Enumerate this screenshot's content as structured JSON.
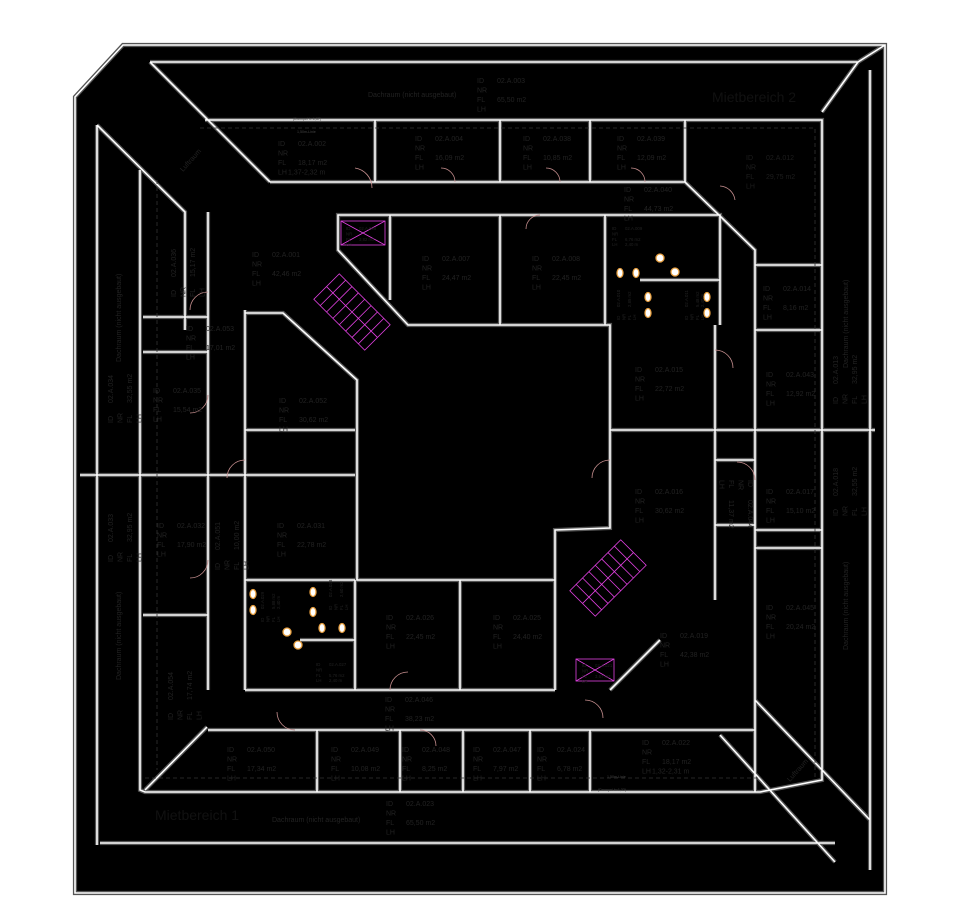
{
  "plan": {
    "field_labels": {
      "id": "ID",
      "nr": "NR",
      "fl": "FL",
      "lh": "LH"
    },
    "zones": [
      {
        "name": "Mietbereich 1"
      },
      {
        "name": "Mietbereich 2"
      }
    ],
    "highlight_color": "#f5a070",
    "roof_label": "Dachraum  (nicht ausgebaut)",
    "airspace_label": "Luftraum",
    "annotations": {
      "drempel_top": "(Drempel h=1,37)",
      "line_top": "1,50m-Linie",
      "drempel_bottom": "(Drempel h=1,32)",
      "line_bottom": "1,50m-Linie"
    },
    "rooms": [
      {
        "id": "02.A.003",
        "fl": "65,50 m2"
      },
      {
        "id": "02.A.002",
        "fl": "18,17 m2",
        "lh": "1,37-2,32 m"
      },
      {
        "id": "02.A.004",
        "fl": "16,09 m2"
      },
      {
        "id": "02.A.038",
        "fl": "10,85 m2"
      },
      {
        "id": "02.A.039",
        "fl": "12,09 m2"
      },
      {
        "id": "02.A.012",
        "fl": "29,75 m2",
        "highlighted": true
      },
      {
        "id": "02.A.040",
        "fl": "44,73 m2"
      },
      {
        "id": "02.A.001",
        "fl": "42,46 m2"
      },
      {
        "id": "02.A.005",
        "fl": "3,82 m2"
      },
      {
        "id": "02.A.007",
        "fl": "24,47 m2"
      },
      {
        "id": "02.A.008",
        "fl": "22,45 m2"
      },
      {
        "id": "02.A.009",
        "fl": "6,76 m2",
        "lh": "2,40 m"
      },
      {
        "id": "02.A.010",
        "fl": "2,85 m2"
      },
      {
        "id": "02.A.011",
        "fl": "5,48 m2",
        "lh": "2,40 m"
      },
      {
        "id": "02.A.014",
        "fl": "8,16 m2"
      },
      {
        "id": "02.A.036",
        "fl": "15,17 m2"
      },
      {
        "id": "02.A.053",
        "fl": "17,01 m2"
      },
      {
        "id": "02.A.034",
        "fl": "32,55 m2"
      },
      {
        "id": "02.A.035",
        "fl": "15,54 m2"
      },
      {
        "id": "02.A.052",
        "fl": "30,62 m2"
      },
      {
        "id": "02.A.015",
        "fl": "22,72 m2"
      },
      {
        "id": "02.A.043",
        "fl": "12,92 m2"
      },
      {
        "id": "02.A.013",
        "fl": "32,95 m2"
      },
      {
        "id": "02.A.016",
        "fl": "30,62 m2"
      },
      {
        "id": "02.A.044",
        "fl": "11,37 m2"
      },
      {
        "id": "02.A.017",
        "fl": "15,10 m2"
      },
      {
        "id": "02.A.018",
        "fl": "32,55 m2"
      },
      {
        "id": "02.A.033",
        "fl": "32,95 m2"
      },
      {
        "id": "02.A.032",
        "fl": "17,90 m2"
      },
      {
        "id": "02.A.051",
        "fl": "10,00 m2"
      },
      {
        "id": "02.A.031",
        "fl": "22,78 m2"
      },
      {
        "id": "02.A.045",
        "fl": "20,24 m2"
      },
      {
        "id": "02.A.029",
        "fl": "5,88 m2",
        "lh": "2,40 m"
      },
      {
        "id": "02.A.028",
        "fl": "2,60 m2"
      },
      {
        "id": "02.A.027",
        "fl": "5,76 m2",
        "lh": "2,40 m"
      },
      {
        "id": "02.A.026",
        "fl": "22,45 m2"
      },
      {
        "id": "02.A.025",
        "fl": "24,40 m2"
      },
      {
        "id": "02.A.019",
        "fl": "42,38 m2"
      },
      {
        "id": "02.A.021",
        "fl": "3,67 m2"
      },
      {
        "id": "02.A.054",
        "fl": "17,74 m2"
      },
      {
        "id": "02.A.046",
        "fl": "38,23 m2"
      },
      {
        "id": "02.A.050",
        "fl": "17,34 m2"
      },
      {
        "id": "02.A.049",
        "fl": "10,08 m2"
      },
      {
        "id": "02.A.048",
        "fl": "8,25 m2"
      },
      {
        "id": "02.A.047",
        "fl": "7,97 m2"
      },
      {
        "id": "02.A.024",
        "fl": "6,78 m2"
      },
      {
        "id": "02.A.022",
        "fl": "18,17 m2",
        "lh": "1,32-2,31 m"
      },
      {
        "id": "02.A.023",
        "fl": "65,50 m2"
      }
    ]
  }
}
